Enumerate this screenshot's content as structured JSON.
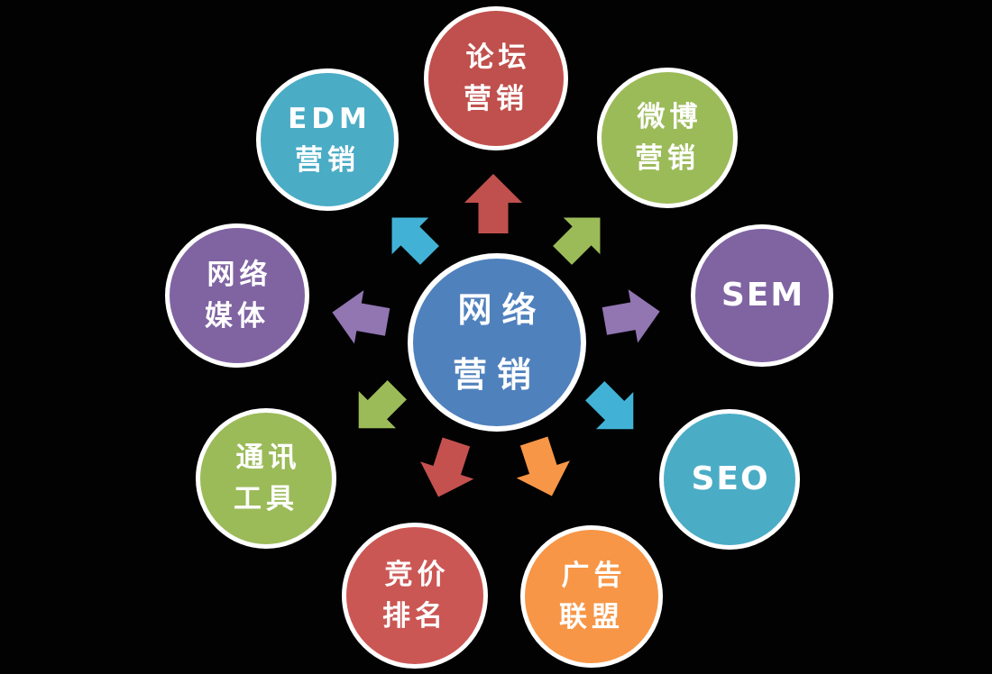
{
  "diagram": {
    "background_color": "#020202",
    "ring_color": "#ffffff",
    "center_node": {
      "name": "network-marketing",
      "label": "网络\n营销",
      "color": "#4f81bd"
    },
    "nodes": [
      {
        "name": "forum-marketing",
        "label": "论坛\n营销",
        "color": "#c0504d",
        "position": "top"
      },
      {
        "name": "weibo-marketing",
        "label": "微博\n营销",
        "color": "#9bbb59",
        "position": "top-right"
      },
      {
        "name": "sem",
        "label": "SEM",
        "color": "#8064a2",
        "position": "right"
      },
      {
        "name": "seo",
        "label": "SEO",
        "color": "#4bacc6",
        "position": "bottom-right"
      },
      {
        "name": "ad-alliance",
        "label": "广告\n联盟",
        "color": "#f79646",
        "position": "bottom-right-lower"
      },
      {
        "name": "bidding-rank",
        "label": "竞价\n排名",
        "color": "#cb5754",
        "position": "bottom-left-lower"
      },
      {
        "name": "communication-tools",
        "label": "通讯\n工具",
        "color": "#9bbb59",
        "position": "bottom-left"
      },
      {
        "name": "network-media",
        "label": "网络\n媒体",
        "color": "#8064a2",
        "position": "left"
      },
      {
        "name": "edm-marketing",
        "label": "EDM\n营销",
        "color": "#4bacc6",
        "position": "top-left"
      }
    ],
    "arrows": [
      {
        "to": "forum-marketing",
        "direction": "up",
        "color": "#c0504d"
      },
      {
        "to": "weibo-marketing",
        "direction": "up-right",
        "color": "#9bbb59"
      },
      {
        "to": "sem",
        "direction": "right",
        "color": "#9176b2"
      },
      {
        "to": "seo",
        "direction": "down-right",
        "color": "#41b2d6"
      },
      {
        "to": "ad-alliance",
        "direction": "down",
        "color": "#f79646"
      },
      {
        "to": "bidding-rank",
        "direction": "down",
        "color": "#c5514e"
      },
      {
        "to": "communication-tools",
        "direction": "down-left",
        "color": "#9bbb59"
      },
      {
        "to": "network-media",
        "direction": "left",
        "color": "#9176b2"
      },
      {
        "to": "edm-marketing",
        "direction": "up-left",
        "color": "#41b2d6"
      }
    ]
  }
}
